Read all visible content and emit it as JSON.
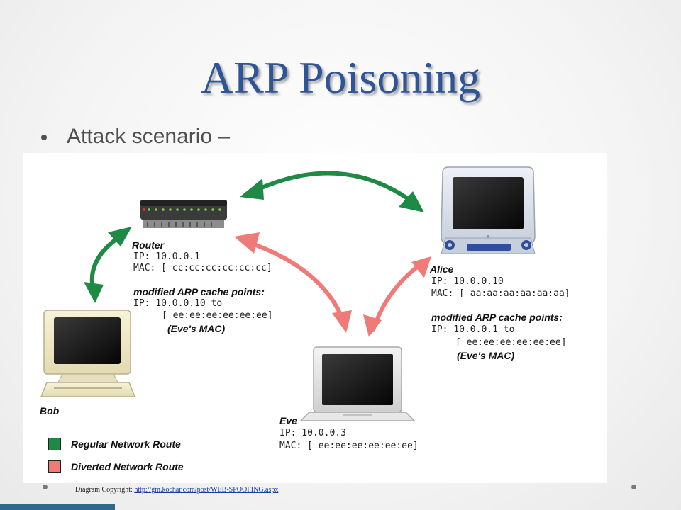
{
  "slide": {
    "title": "ARP Poisoning",
    "bullet": "Attack scenario –"
  },
  "diagram": {
    "router": {
      "name": "Router",
      "ip": "IP:  10.0.0.1",
      "mac": "MAC: [ cc:cc:cc:cc:cc:cc]",
      "cache_title": "modified ARP cache points:",
      "cache_ip": "IP: 10.0.0.10 to",
      "cache_mac": "[ ee:ee:ee:ee:ee:ee]",
      "cache_note": "(Eve's MAC)"
    },
    "alice": {
      "name": "Alice",
      "ip": "IP:  10.0.0.10",
      "mac": "MAC: [ aa:aa:aa:aa:aa:aa]",
      "cache_title": "modified ARP cache points:",
      "cache_ip": "IP: 10.0.0.1 to",
      "cache_mac": "[ ee:ee:ee:ee:ee:ee]",
      "cache_note": "(Eve's MAC)"
    },
    "bob": {
      "name": "Bob"
    },
    "eve": {
      "name": "Eve",
      "ip": "IP:  10.0.0.3",
      "mac": "MAC: [ ee:ee:ee:ee:ee:ee]"
    },
    "legend": [
      {
        "label": "Regular Network Route",
        "color": "#1e8a45"
      },
      {
        "label": "Diverted Network Route",
        "color": "#f07a78"
      }
    ]
  },
  "footer": {
    "copyright_prefix": "Diagram Copyright: ",
    "copyright_link": "http://gm.kochar.com/post/WEB-SPOOFING.aspx"
  },
  "colors": {
    "title": "#2f5597",
    "regular_route": "#1e8a45",
    "diverted_route": "#f07a78",
    "accent": "#2e6b8a"
  }
}
